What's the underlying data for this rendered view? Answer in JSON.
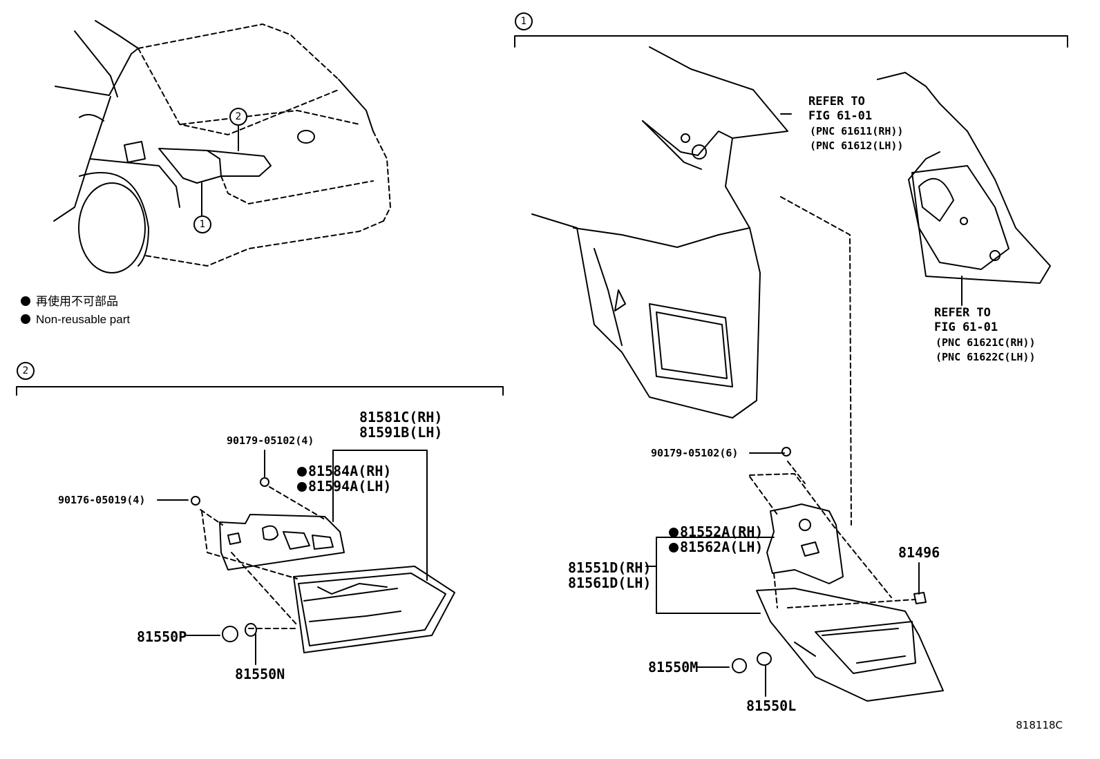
{
  "legend": {
    "jp": "再使用不可部品",
    "en": "Non-reusable part"
  },
  "callouts": {
    "one": "1",
    "two": "2"
  },
  "section1": {
    "refer_upper": [
      "REFER TO",
      "FIG 61-01",
      "(PNC 61611(RH))",
      "(PNC 61612(LH))"
    ],
    "refer_lower": [
      "REFER TO",
      "FIG 61-01",
      "(PNC 61621C(RH))",
      "(PNC 61622C(LH))"
    ],
    "parts": {
      "screw": "90179-05102(6)",
      "gasket_rh": "81552A(RH)",
      "gasket_lh": "81562A(LH)",
      "lamp_rh": "81551D(RH)",
      "lamp_lh": "81561D(LH)",
      "clip": "81496",
      "socket": "81550M",
      "bulb": "81550L"
    }
  },
  "section2": {
    "parts": {
      "lamp_rh": "81581C(RH)",
      "lamp_lh": "81591B(LH)",
      "screw_a": "90179-05102(4)",
      "gasket_rh": "81584A(RH)",
      "gasket_lh": "81594A(LH)",
      "screw_b": "90176-05019(4)",
      "socket": "81550P",
      "bulb": "81550N"
    }
  },
  "figure_code": "818118C"
}
